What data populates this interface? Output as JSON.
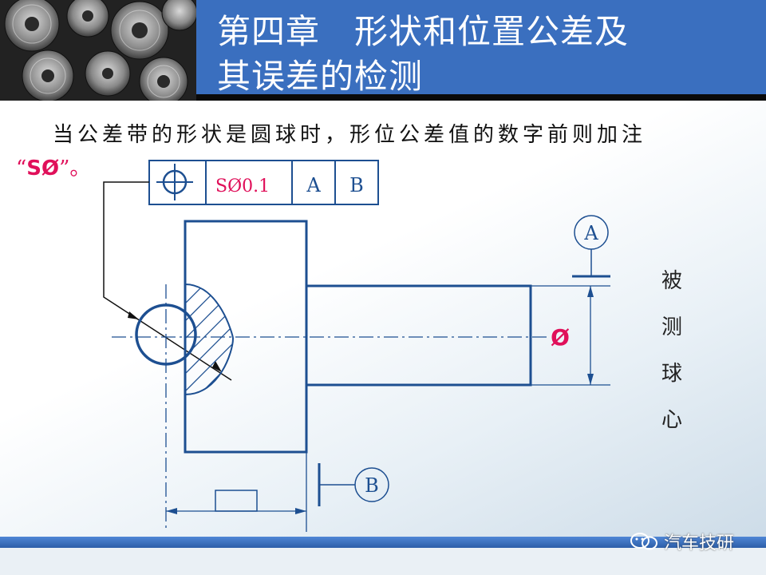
{
  "header": {
    "title_line1": "第四章　形状和位置公差及",
    "title_line2": "其误差的检测"
  },
  "body": {
    "line1": "当公差带的形状是圆球时，形位公差值的数字前则加注",
    "line2_open": "“",
    "line2_symbol": "SØ",
    "line2_close": "”。"
  },
  "frame": {
    "symbol": "position-icon",
    "value": "SØ0.1",
    "datum1": "A",
    "datum2": "B"
  },
  "datums": {
    "a_label": "A",
    "b_label": "B"
  },
  "diameter_symbol": "Ø",
  "side_label": [
    "被",
    "测",
    "球",
    "心"
  ],
  "watermark": {
    "text": "汽车技研"
  },
  "colors": {
    "header_blue": "#3a6fbf",
    "drawing_blue": "#1d4f91",
    "accent_pink": "#e0105a"
  }
}
